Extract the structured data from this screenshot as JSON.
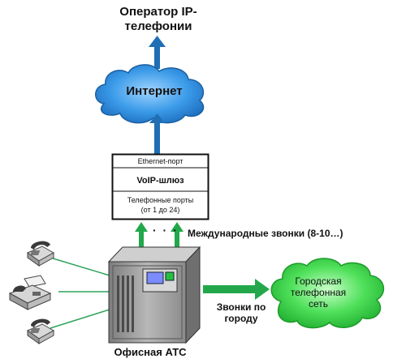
{
  "operator": {
    "line1": "Оператор IP-",
    "line2": "телефонии"
  },
  "internet": {
    "label": "Интернет"
  },
  "gateway": {
    "ethernet_port": "Ethernet-порт",
    "name": "VoIP-шлюз",
    "phone_ports_line1": "Телефонные порты",
    "phone_ports_line2": "(от 1 до 24)"
  },
  "links": {
    "dots": "· · ·",
    "international": "Международные звонки (8-10…)",
    "city_calls_line1": "Звонки по",
    "city_calls_line2": "городу"
  },
  "city_network": {
    "line1": "Городская",
    "line2": "телефонная",
    "line3": "сеть"
  },
  "pbx": {
    "label": "Офисная АТС"
  },
  "colors": {
    "blue_arrow": "#1f6fb5",
    "cloud_blue": "#2f8fe0",
    "green": "#22a84a",
    "green_cloud": "#3ed84a",
    "line_green": "#2fa35a"
  },
  "icons": [
    "telephone-icon",
    "fax-icon",
    "telephone-icon",
    "pbx-cabinet-icon"
  ]
}
